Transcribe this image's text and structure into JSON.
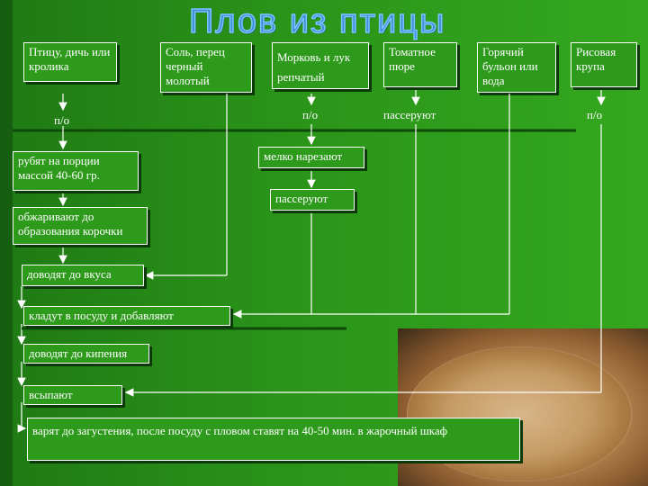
{
  "title": "Плов из птицы",
  "ingredients": [
    "Птицу, дичь или кролика",
    "Соль, перец черный молотый",
    "Морковь и лук репчатый",
    "Томатное пюре",
    "Горячий бульон или вода",
    "Рисовая крупа"
  ],
  "steps": {
    "po_left": "п/о",
    "po_mid": "п/о",
    "passeruyut_top": "пассеруют",
    "po_right": "п/о",
    "cut": "рубят на порции массой 40-60 гр.",
    "fry": "обжаривают до образования корочки",
    "chop": "мелко нарезают",
    "passeruyut": "пассеруют",
    "taste": "доводят до вкуса",
    "put": "кладут в посуду и добавляют",
    "boil": "доводят до кипения",
    "pour": "всыпают",
    "cook": "варят до загустения, после посуду с пловом ставят на 40-50 мин. в жарочный шкаф"
  }
}
